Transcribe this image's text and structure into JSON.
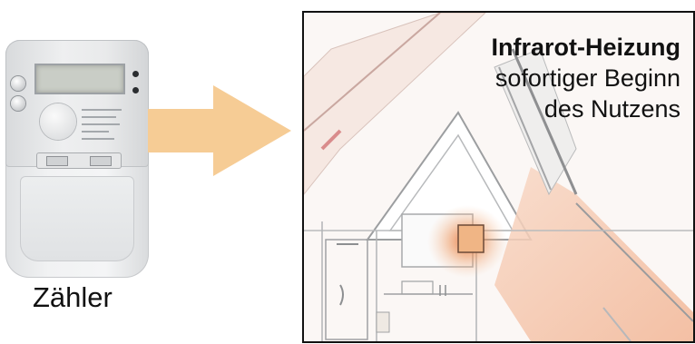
{
  "meter": {
    "caption": "Zähler"
  },
  "arrow": {
    "color": "#f6cc95"
  },
  "panel": {
    "title": "Infrarot-Heizung",
    "subtitle_line1": "sofortiger Beginn",
    "subtitle_line2": "des Nutzens",
    "glow_color": "#e8733a"
  }
}
